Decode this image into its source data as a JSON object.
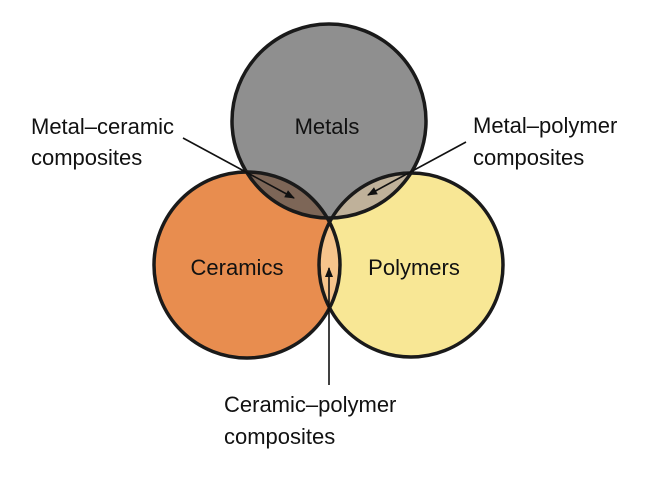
{
  "diagram": {
    "circles": {
      "metals": {
        "label": "Metals",
        "color": "#8f8f8f"
      },
      "ceramics": {
        "label": "Ceramics",
        "color": "#e88d4f"
      },
      "polymers": {
        "label": "Polymers",
        "color": "#f8e795"
      }
    },
    "overlaps": {
      "metal_ceramic": {
        "line1": "Metal–ceramic",
        "line2": "composites",
        "color": "#7d6657"
      },
      "metal_polymer": {
        "line1": "Metal–polymer",
        "line2": "composites",
        "color": "#bfb19a"
      },
      "ceramic_polymer": {
        "line1": "Ceramic–polymer",
        "line2": "composites",
        "color": "#f6c48c"
      }
    },
    "outline_color": "#1a1a1a"
  }
}
